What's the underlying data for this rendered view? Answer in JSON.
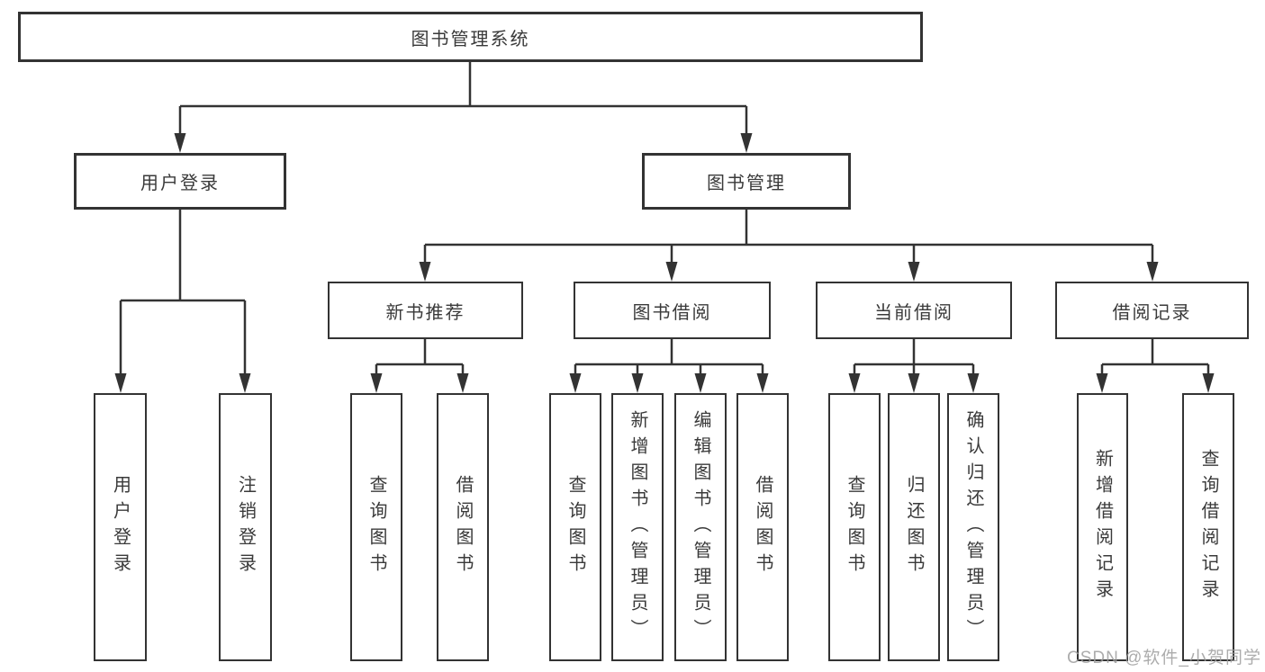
{
  "diagram": {
    "nodes": {
      "root": {
        "label": "图书管理系统"
      },
      "level2": [
        {
          "id": "user-login",
          "label": "用户登录",
          "parent": "图书管理系统"
        },
        {
          "id": "book-management",
          "label": "图书管理",
          "parent": "图书管理系统"
        }
      ],
      "level3": [
        {
          "id": "new-book-recommend",
          "label": "新书推荐",
          "parent": "图书管理"
        },
        {
          "id": "book-borrowing",
          "label": "图书借阅",
          "parent": "图书管理"
        },
        {
          "id": "current-borrowing",
          "label": "当前借阅",
          "parent": "图书管理"
        },
        {
          "id": "borrowing-records",
          "label": "借阅记录",
          "parent": "图书管理"
        }
      ],
      "leaves": [
        {
          "id": "leaf-user-login",
          "label": "用户登录",
          "parent": "用户登录"
        },
        {
          "id": "leaf-logout",
          "label": "注销登录",
          "parent": "用户登录"
        },
        {
          "id": "leaf-query-books-recommend",
          "label": "查询图书",
          "parent": "新书推荐"
        },
        {
          "id": "leaf-borrow-book-recommend",
          "label": "借阅图书",
          "parent": "新书推荐"
        },
        {
          "id": "leaf-query-books-borrow",
          "label": "查询图书",
          "parent": "图书借阅"
        },
        {
          "id": "leaf-add-book-admin",
          "label": "新增图书（管理员）",
          "parent": "图书借阅"
        },
        {
          "id": "leaf-edit-book-admin",
          "label": "编辑图书（管理员）",
          "parent": "图书借阅"
        },
        {
          "id": "leaf-borrow-book",
          "label": "借阅图书",
          "parent": "图书借阅"
        },
        {
          "id": "leaf-query-books-current",
          "label": "查询图书",
          "parent": "当前借阅"
        },
        {
          "id": "leaf-return-book",
          "label": "归还图书",
          "parent": "当前借阅"
        },
        {
          "id": "leaf-confirm-return-admin",
          "label": "确认归还（管理员）",
          "parent": "当前借阅"
        },
        {
          "id": "leaf-add-borrow-record",
          "label": "新增借阅记录",
          "parent": "借阅记录"
        },
        {
          "id": "leaf-query-borrow-record",
          "label": "查询借阅记录",
          "parent": "借阅记录"
        }
      ]
    },
    "colors": {
      "line": "#333333",
      "box_border": "#333333",
      "box_fill": "#ffffff",
      "text": "#3a3a3a",
      "watermark_text": "#9e9e9e",
      "background": "#ffffff"
    }
  },
  "watermark": {
    "text": "CSDN @软件_小贺同学"
  }
}
